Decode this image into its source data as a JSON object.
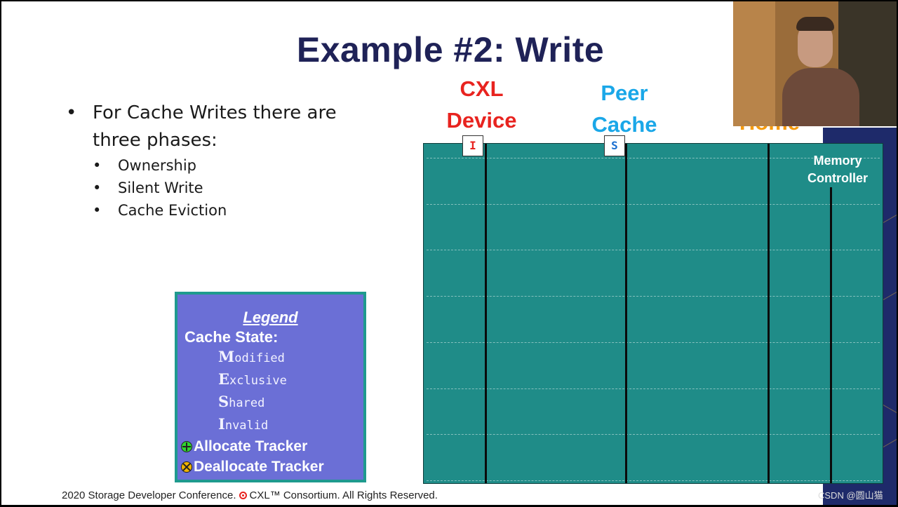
{
  "slide": {
    "title": "Example #2: Write",
    "bullets": {
      "main": "For Cache Writes there are three phases:",
      "sub": [
        "Ownership",
        "Silent Write",
        "Cache Eviction"
      ]
    },
    "legend": {
      "heading": "Legend",
      "cache_state_label": "Cache State:",
      "states": [
        {
          "initial": "M",
          "rest": "odified"
        },
        {
          "initial": "E",
          "rest": "xclusive"
        },
        {
          "initial": "S",
          "rest": "hared"
        },
        {
          "initial": "I",
          "rest": "nvalid"
        }
      ],
      "allocate": "Allocate Tracker",
      "deallocate": "Deallocate Tracker"
    },
    "agents": {
      "cxl_device": {
        "line1": "CXL",
        "line2": "Device",
        "state": "I",
        "color": "#e8231f"
      },
      "peer_cache": {
        "line1": "Peer",
        "line2": "Cache",
        "state": "S",
        "color": "#1aa7e8"
      },
      "home": {
        "label": "Home",
        "color": "#f59a0c"
      },
      "memory_controller": {
        "line1": "Memory",
        "line2": "Controller"
      }
    },
    "footer": {
      "before_logo": "2020 Storage Developer Conference. ",
      "after_logo": " CXL™ Consortium.  All Rights Reserved."
    },
    "watermark": "CSDN @圆山猫"
  },
  "colors": {
    "title": "#1f2257",
    "diagram_bg": "#1f8c88",
    "legend_bg": "#6b6fd6",
    "legend_border": "#1f9a8e"
  }
}
